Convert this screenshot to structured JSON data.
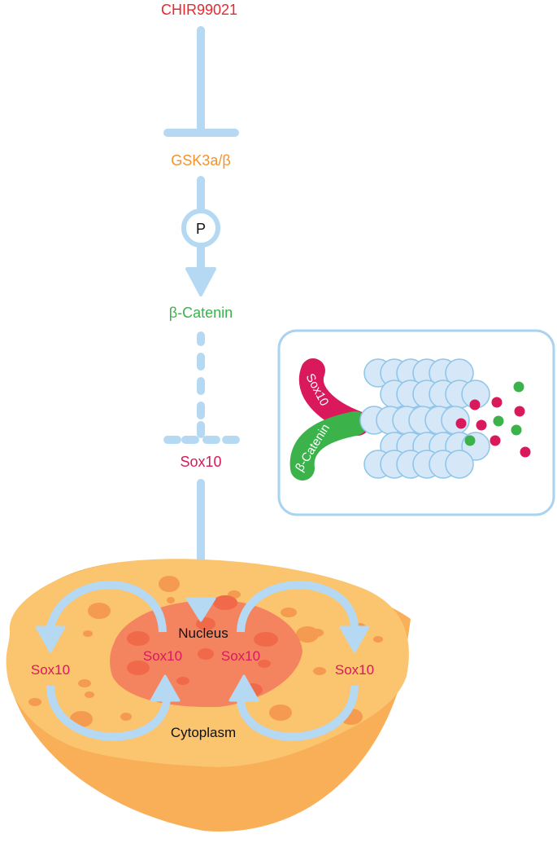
{
  "diagram": {
    "title": "CHIR99021 – GSK3 – β-Catenin – Sox10 pathway",
    "nodes": {
      "drug": {
        "label": "CHIR99021",
        "color": "#e8282e"
      },
      "kinase": {
        "label": "GSK3a/β",
        "color": "#f4922c"
      },
      "phospho": {
        "label": "P",
        "color": "#111111"
      },
      "catenin": {
        "label": "β-Catenin",
        "color": "#3bb34a"
      },
      "sox10": {
        "label": "Sox10",
        "color": "#d9195c"
      }
    },
    "edges": [
      {
        "from": "CHIR99021",
        "to": "GSK3a/β",
        "type": "inhibition"
      },
      {
        "from": "GSK3a/β",
        "to": "β-Catenin",
        "type": "phosphorylation"
      },
      {
        "from": "β-Catenin",
        "to": "Sox10",
        "type": "inhibition-indirect"
      },
      {
        "from": "Sox10",
        "to": "Nucleus",
        "type": "activation"
      }
    ],
    "inset": {
      "proteasome_labels": {
        "sox10": "Sox10",
        "catenin": "β-Catenin"
      },
      "colors": {
        "sox10": "#d9195c",
        "catenin": "#3bb34a",
        "proteasome_fill": "#d6e8f8",
        "proteasome_stroke": "#8cc4ea",
        "border": "#a9d3f0"
      }
    },
    "cell": {
      "nucleus_label": "Nucleus",
      "cytoplasm_label": "Cytoplasm",
      "sox10_labels": [
        "Sox10",
        "Sox10",
        "Sox10",
        "Sox10"
      ],
      "colors": {
        "cytoplasm_top": "#fbc46f",
        "cytoplasm_side": "#f8af58",
        "nucleus": "#f4845f",
        "vesicle": "#f59b4f",
        "nucleus_spot": "#f06a4a"
      }
    },
    "arrow_color": "#b5d9f3"
  }
}
